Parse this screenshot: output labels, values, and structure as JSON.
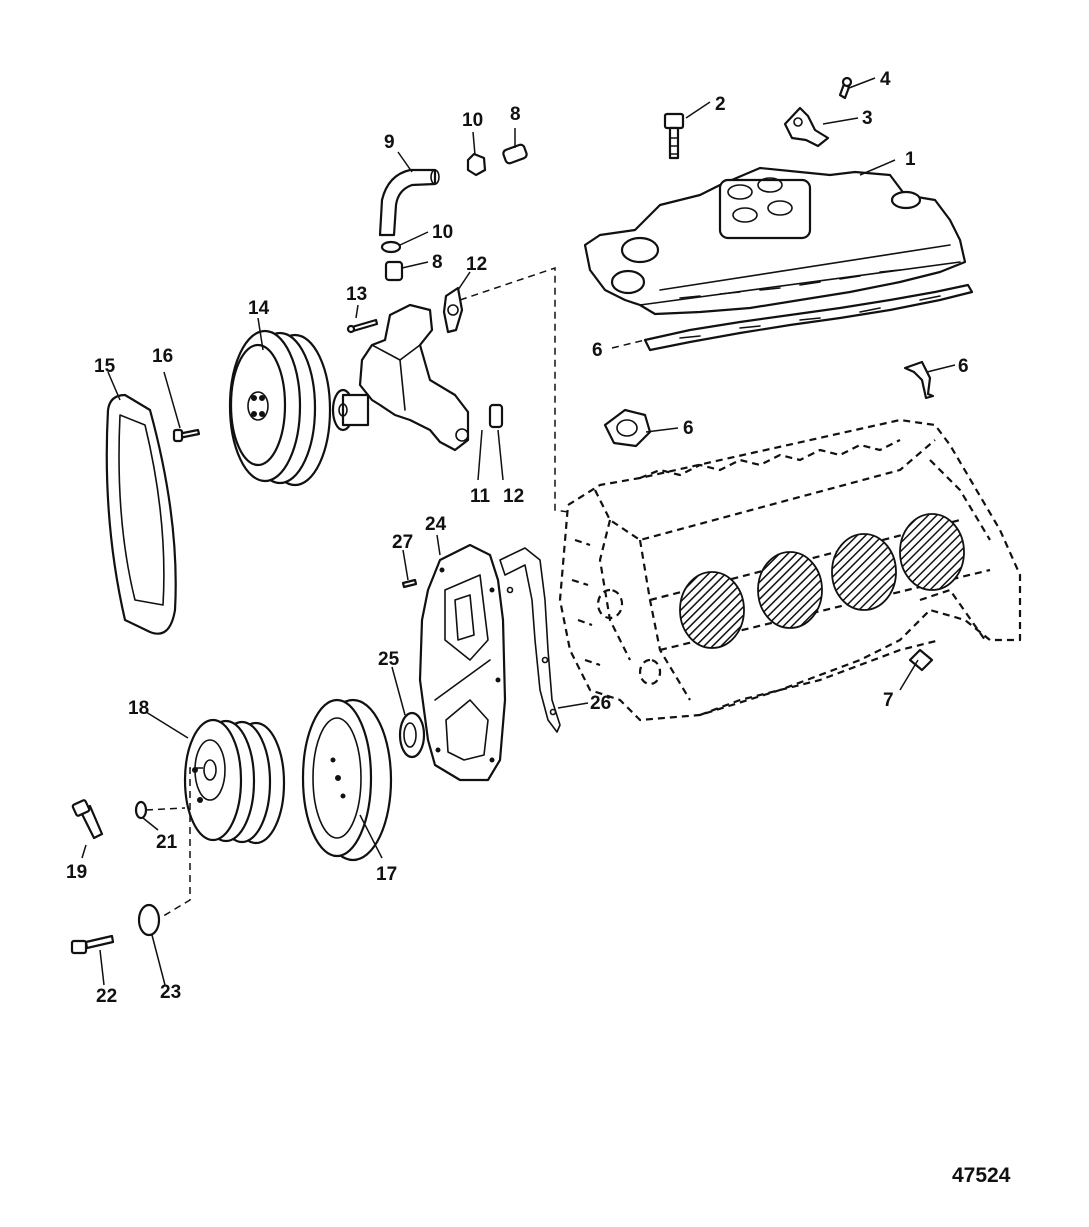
{
  "figure": {
    "reference_number": "47524",
    "callouts": [
      {
        "id": "c1",
        "label": "1"
      },
      {
        "id": "c2",
        "label": "2"
      },
      {
        "id": "c3",
        "label": "3"
      },
      {
        "id": "c4",
        "label": "4"
      },
      {
        "id": "c6a",
        "label": "6"
      },
      {
        "id": "c6b",
        "label": "6"
      },
      {
        "id": "c6c",
        "label": "6"
      },
      {
        "id": "c7",
        "label": "7"
      },
      {
        "id": "c8a",
        "label": "8"
      },
      {
        "id": "c8b",
        "label": "8"
      },
      {
        "id": "c9",
        "label": "9"
      },
      {
        "id": "c10a",
        "label": "10"
      },
      {
        "id": "c10b",
        "label": "10"
      },
      {
        "id": "c11",
        "label": "11"
      },
      {
        "id": "c12a",
        "label": "12"
      },
      {
        "id": "c12b",
        "label": "12"
      },
      {
        "id": "c13",
        "label": "13"
      },
      {
        "id": "c14",
        "label": "14"
      },
      {
        "id": "c15",
        "label": "15"
      },
      {
        "id": "c16",
        "label": "16"
      },
      {
        "id": "c17",
        "label": "17"
      },
      {
        "id": "c18",
        "label": "18"
      },
      {
        "id": "c19",
        "label": "19"
      },
      {
        "id": "c21",
        "label": "21"
      },
      {
        "id": "c22",
        "label": "22"
      },
      {
        "id": "c23",
        "label": "23"
      },
      {
        "id": "c24",
        "label": "24"
      },
      {
        "id": "c25",
        "label": "25"
      },
      {
        "id": "c26",
        "label": "26"
      },
      {
        "id": "c27",
        "label": "27"
      }
    ]
  }
}
